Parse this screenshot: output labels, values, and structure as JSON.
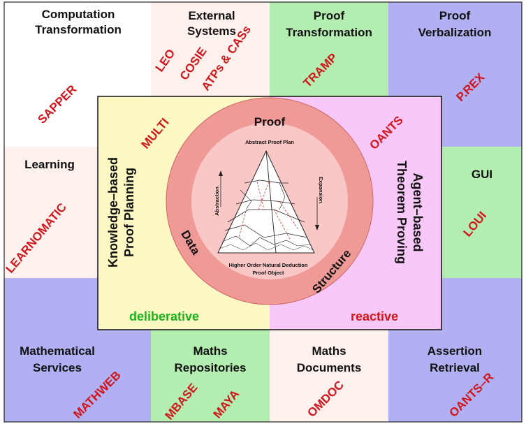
{
  "colors": {
    "white": "#ffffff",
    "pink_light": "#fdf1ee",
    "green": "#b3eeb0",
    "blue": "#b0b0f2",
    "yellow": "#fbf8c4",
    "magenta": "#f8c8f8",
    "ring_outer": "#f09a98",
    "ring_inner": "#f9c7c6",
    "red_text": "#d1151b",
    "green_text": "#1db31d"
  },
  "cells": {
    "computation_transformation": {
      "title": [
        "Computation",
        "Transformation"
      ],
      "systems": [
        "SAPPER"
      ]
    },
    "external_systems": {
      "title": [
        "External",
        "Systems"
      ],
      "systems": [
        "LEO",
        "COSIE",
        "ATPs & CASs"
      ]
    },
    "proof_transformation": {
      "title": [
        "Proof",
        "Transformation"
      ],
      "systems": [
        "TRAMP"
      ]
    },
    "proof_verbalization": {
      "title": [
        "Proof",
        "Verbalization"
      ],
      "systems": [
        "P.REX"
      ]
    },
    "learning": {
      "title": [
        "Learning"
      ],
      "systems": [
        "LEARNOMATIC"
      ]
    },
    "gui": {
      "title": [
        "GUI"
      ],
      "systems": [
        "LOUI"
      ]
    },
    "mathematical_services": {
      "title": [
        "Mathematical",
        "Services"
      ],
      "systems": [
        "MATHWEB"
      ]
    },
    "maths_repositories": {
      "title": [
        "Maths",
        "Repositories"
      ],
      "systems": [
        "MBASE",
        "MAYA"
      ]
    },
    "maths_documents": {
      "title": [
        "Maths",
        "Documents"
      ],
      "systems": [
        "OMDOC"
      ]
    },
    "assertion_retrieval": {
      "title": [
        "Assertion",
        "Retrieval"
      ],
      "systems": [
        "OANTS–R"
      ]
    }
  },
  "center": {
    "left_label": [
      "Knowledge–based",
      "Proof Planning"
    ],
    "right_label": [
      "Agent–based",
      "Theorem Proving"
    ],
    "left_system": "MULTI",
    "right_system": "OANTS",
    "left_mode": "deliberative",
    "right_mode": "reactive",
    "ring_words": {
      "top": "Proof",
      "left": "Data",
      "right": "Structure"
    },
    "pyramid": {
      "top_label": "Abstract Proof Plan",
      "bottom_label": [
        "Higher Order Natural Deduction",
        "Proof Object"
      ],
      "left_arrow_label": "Abstraction",
      "right_arrow_label": "Expansion"
    }
  }
}
